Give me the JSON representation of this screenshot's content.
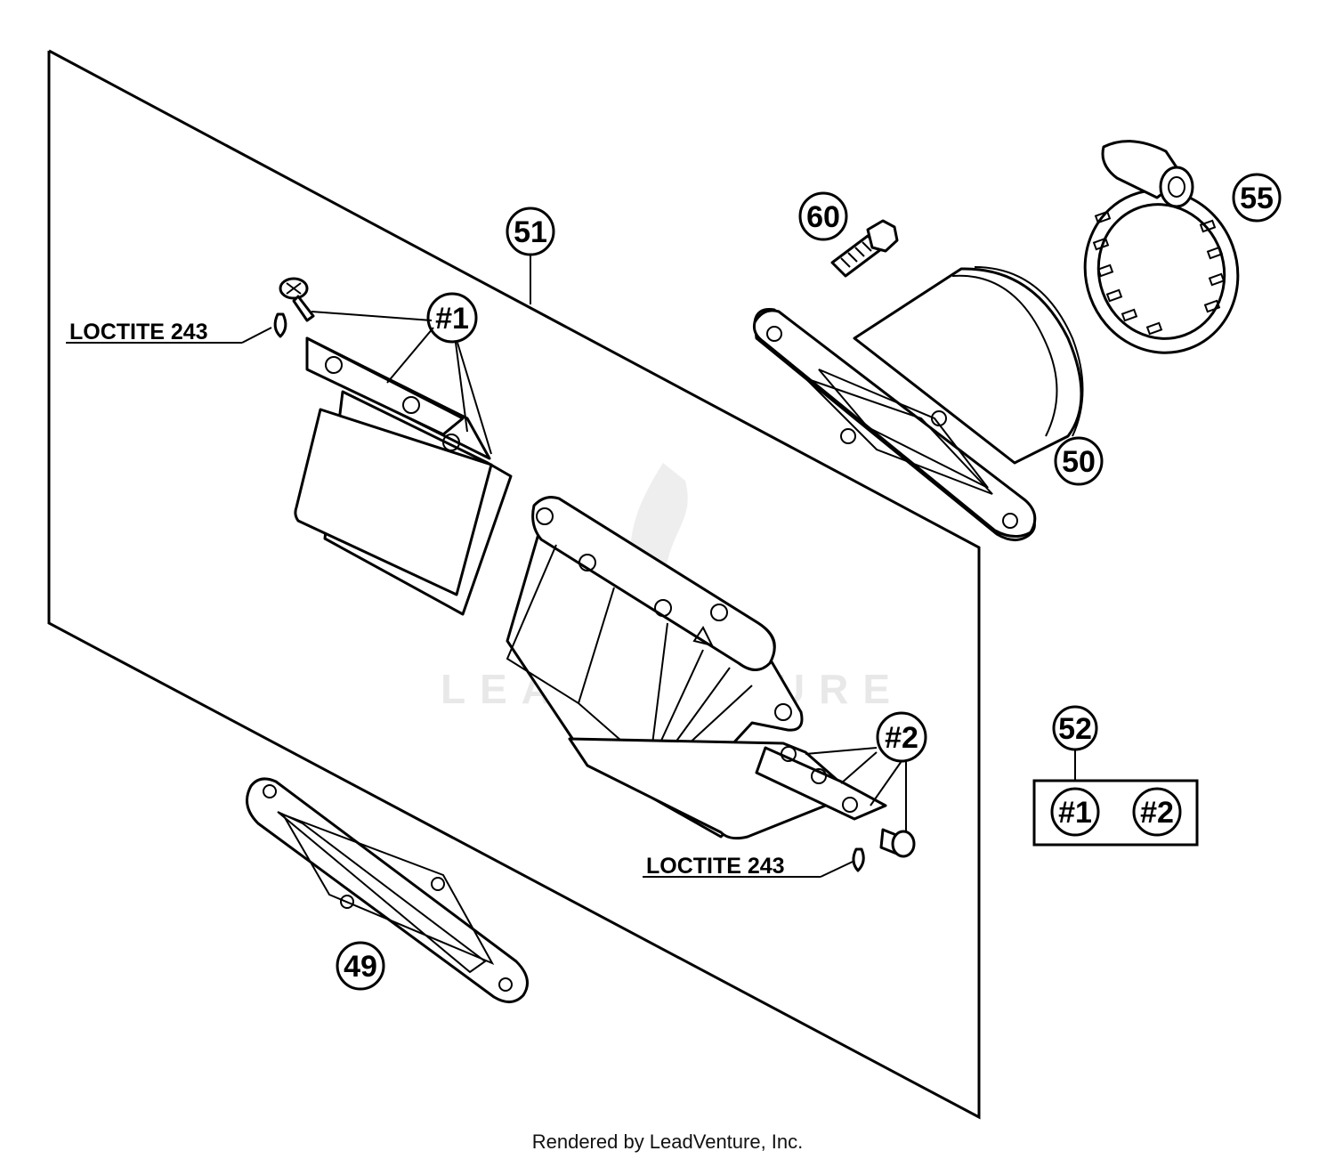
{
  "callouts": {
    "c49": "49",
    "c50": "50",
    "c51": "51",
    "c52": "52",
    "c55": "55",
    "c60": "60",
    "h1": "#1",
    "h2": "#2",
    "kit_h1": "#1",
    "kit_h2": "#2"
  },
  "notes": {
    "loctite_top": "LOCTITE 243",
    "loctite_bottom": "LOCTITE 243"
  },
  "watermark": "LEADVENTURE",
  "footer": "Rendered by LeadVenture, Inc."
}
